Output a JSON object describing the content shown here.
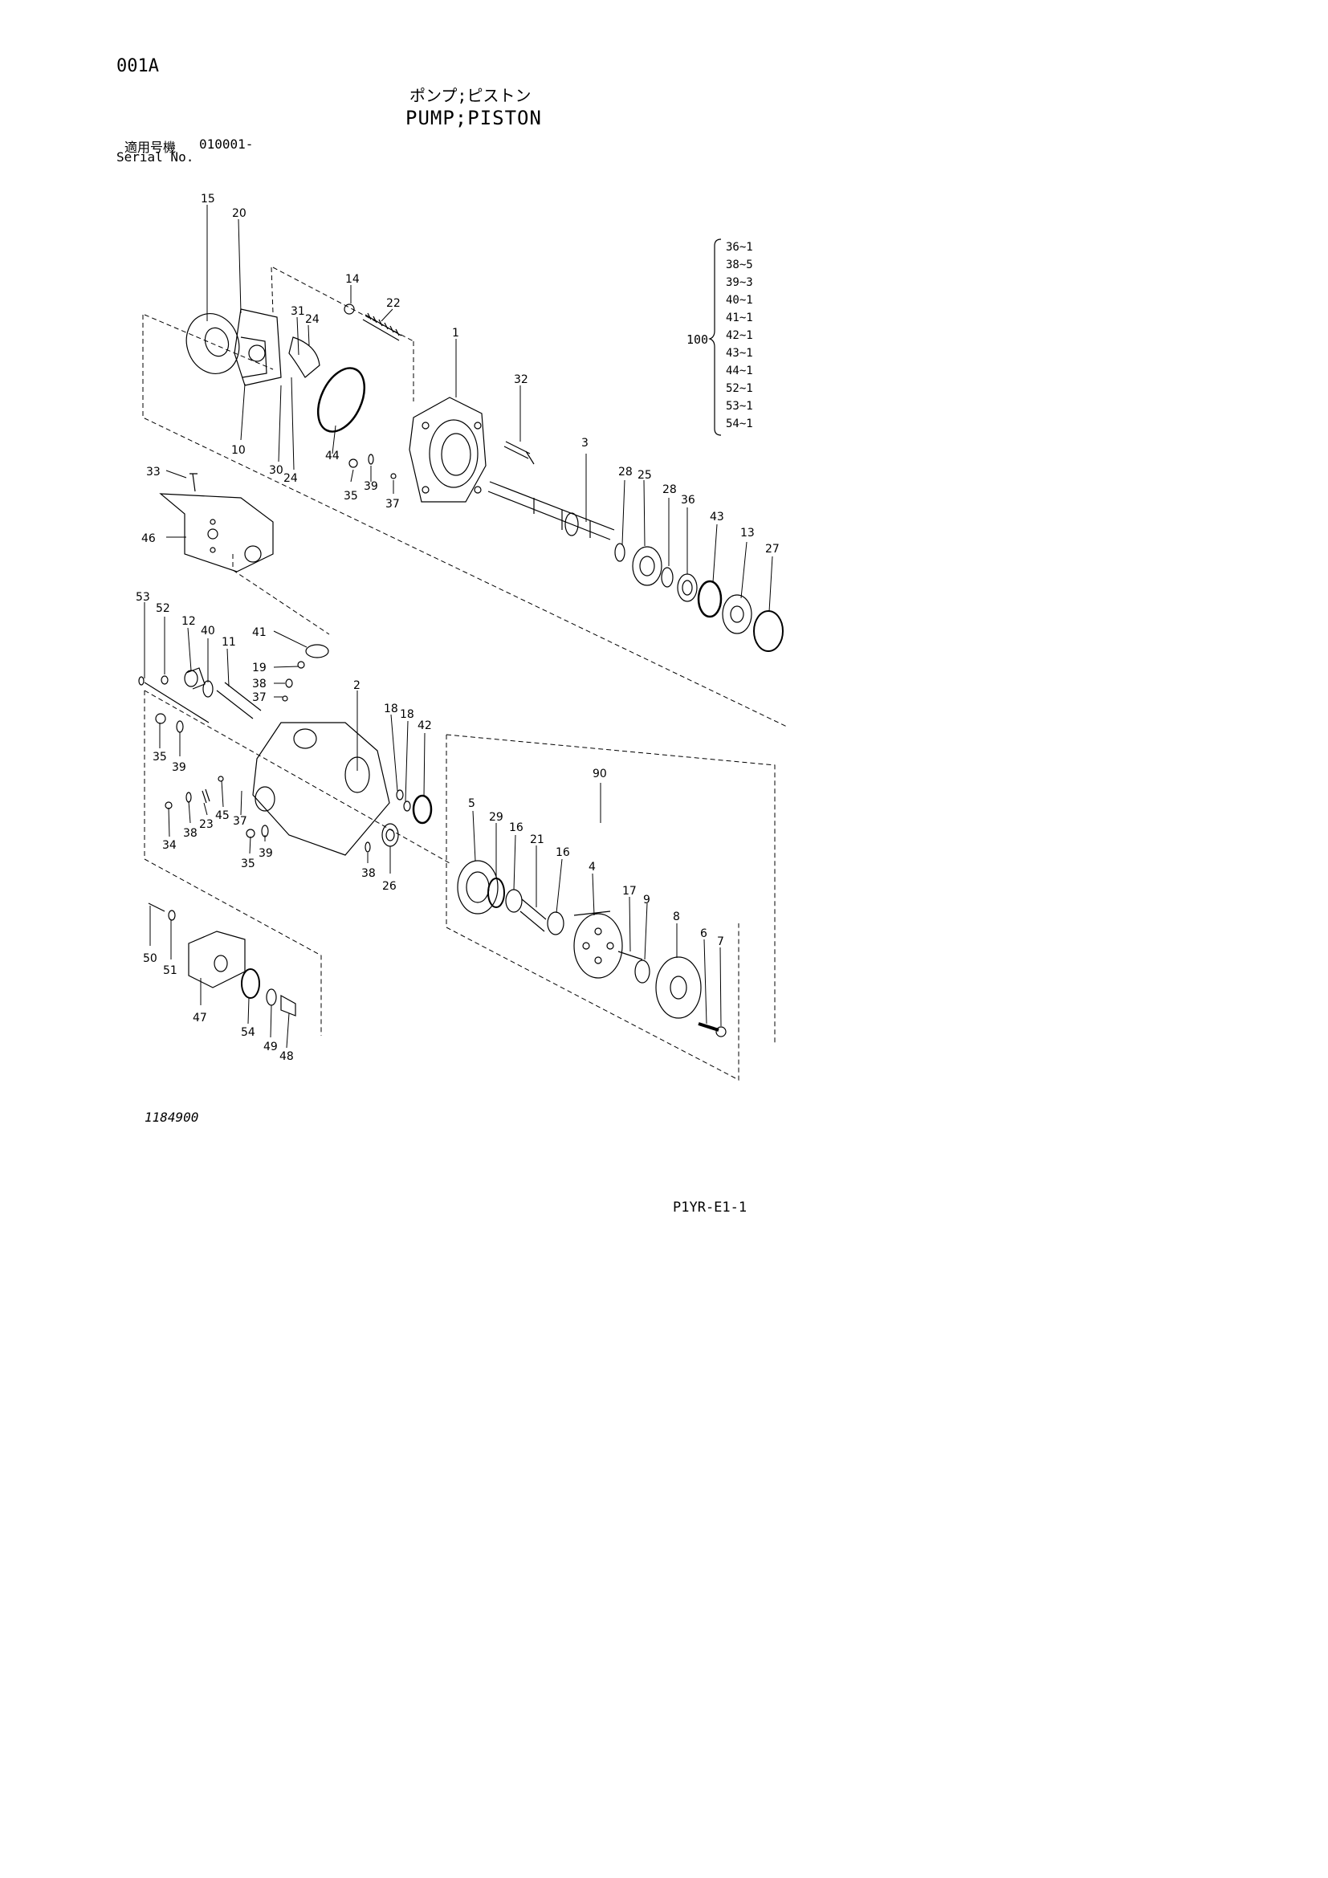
{
  "header": {
    "sheet_id": "001A",
    "title_jp": "ポンプ;ピストン",
    "title_en": "PUMP;PISTON",
    "serial_label_jp": "適用号機",
    "serial_value": "010001-",
    "serial_label_en": "Serial No."
  },
  "kit": {
    "number": "100",
    "items": [
      "36~1",
      "38~5",
      "39~3",
      "40~1",
      "41~1",
      "42~1",
      "43~1",
      "44~1",
      "52~1",
      "53~1",
      "54~1"
    ]
  },
  "callouts": {
    "c15": "15",
    "c20": "20",
    "c14": "14",
    "c22": "22",
    "c31": "31",
    "c24a": "24",
    "c1": "1",
    "c32": "32",
    "c10": "10",
    "c30": "30",
    "c24b": "24",
    "c44": "44",
    "c35a": "35",
    "c39a": "39",
    "c37a": "37",
    "c33": "33",
    "c46": "46",
    "c3": "3",
    "c28a": "28",
    "c25": "25",
    "c28b": "28",
    "c36": "36",
    "c43": "43",
    "c13": "13",
    "c27": "27",
    "c53": "53",
    "c52": "52",
    "c12": "12",
    "c40": "40",
    "c11": "11",
    "c41": "41",
    "c19": "19",
    "c38a": "38",
    "c37b": "37",
    "c2": "2",
    "c18a": "18",
    "c18b": "18",
    "c42": "42",
    "c35b": "35",
    "c39b": "39",
    "c90": "90",
    "c34": "34",
    "c38b": "38",
    "c23": "23",
    "c45": "45",
    "c37c": "37",
    "c35c": "35",
    "c39c": "39",
    "c38c": "38",
    "c26": "26",
    "c5": "5",
    "c29": "29",
    "c16a": "16",
    "c21": "21",
    "c16b": "16",
    "c4": "4",
    "c17": "17",
    "c9": "9",
    "c8": "8",
    "c6": "6",
    "c7": "7",
    "c50": "50",
    "c51": "51",
    "c47": "47",
    "c54": "54",
    "c49": "49",
    "c48": "48"
  },
  "footer": {
    "drawing_no": "1184900",
    "page_code": "P1YR-E1-1"
  }
}
